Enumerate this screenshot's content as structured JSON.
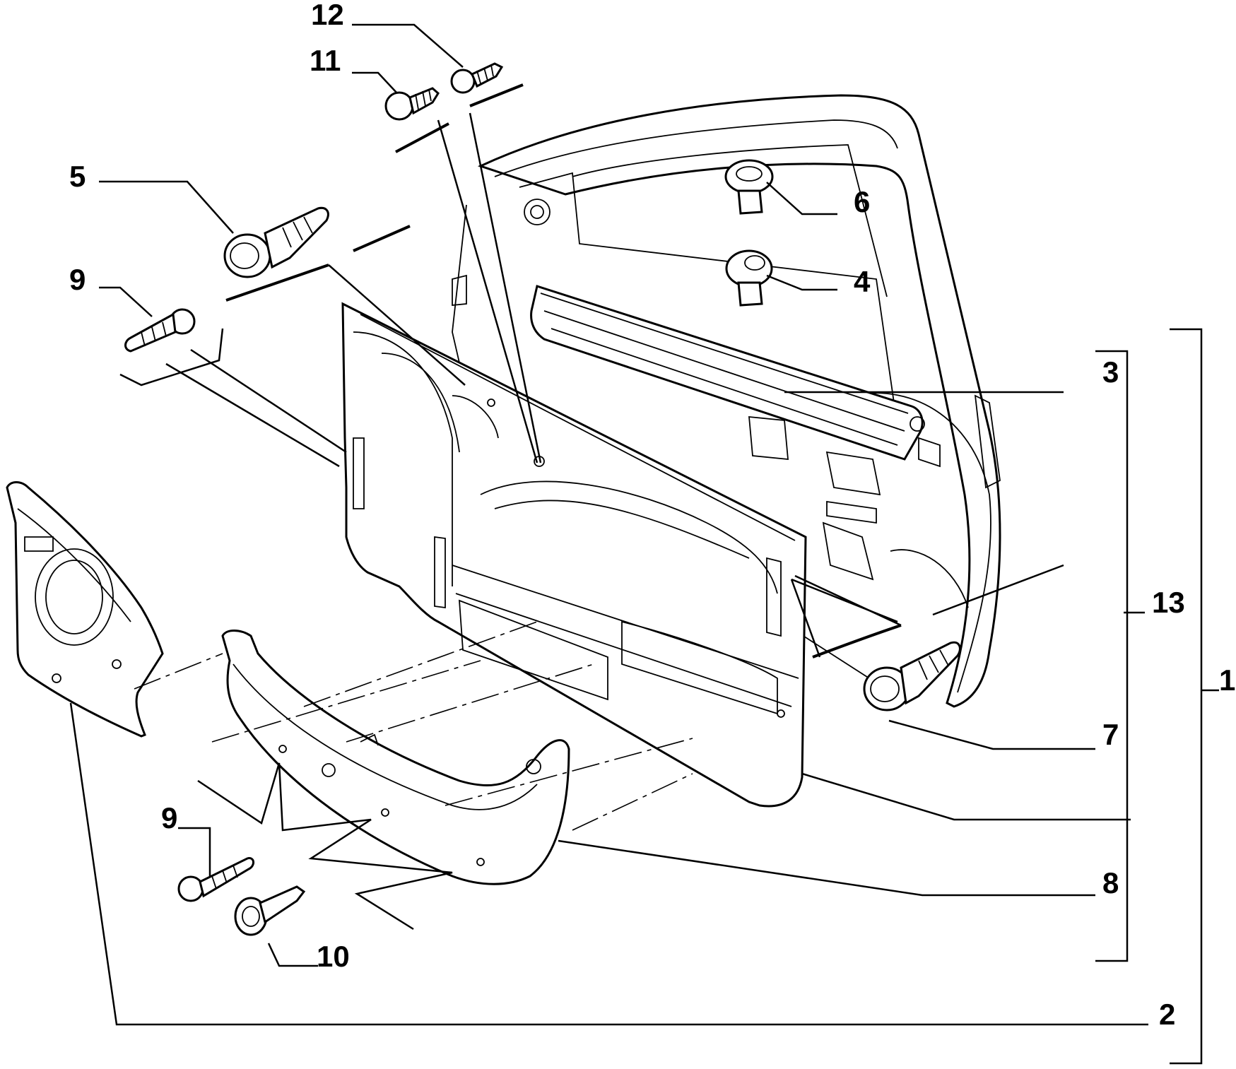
{
  "diagram": {
    "callouts": [
      {
        "id": "12",
        "text": "12"
      },
      {
        "id": "11",
        "text": "11"
      },
      {
        "id": "5",
        "text": "5"
      },
      {
        "id": "9a",
        "text": "9"
      },
      {
        "id": "6",
        "text": "6"
      },
      {
        "id": "4",
        "text": "4"
      },
      {
        "id": "3",
        "text": "3"
      },
      {
        "id": "13",
        "text": "13"
      },
      {
        "id": "1",
        "text": "1"
      },
      {
        "id": "7",
        "text": "7"
      },
      {
        "id": "8",
        "text": "8"
      },
      {
        "id": "9b",
        "text": "9"
      },
      {
        "id": "10",
        "text": "10"
      },
      {
        "id": "2",
        "text": "2"
      }
    ],
    "colors": {
      "ink": "#000000",
      "background": "#ffffff"
    }
  }
}
